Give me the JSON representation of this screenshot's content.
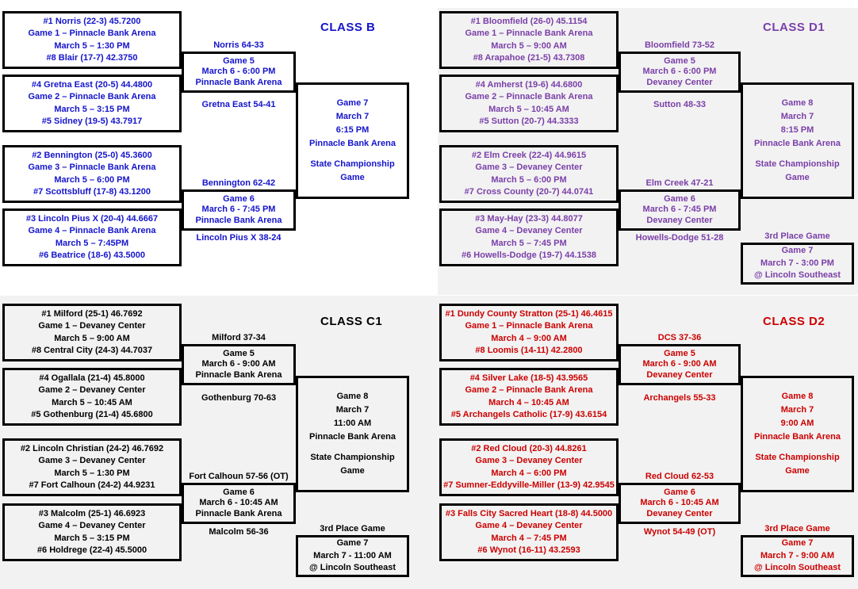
{
  "page": {
    "title": "Nebraska State Basketball Tournament Brackets",
    "colors": {
      "class_b": "#1414cc",
      "class_d1": "#7a3fa8",
      "class_c1": "#000000",
      "class_d2": "#cc0000",
      "bracket_line": "#000000",
      "panel_white": "#ffffff",
      "panel_gray": "#f2f2f2"
    }
  },
  "brackets": [
    {
      "id": "class-b",
      "title": "CLASS B",
      "color": "#1414cc",
      "background": "#ffffff",
      "quarterfinals": [
        {
          "id": "game-1",
          "lines": [
            "#1 Norris (22-3) 45.7200",
            "Game 1 – Pinnacle Bank Arena",
            "March 5 – 1:30 PM",
            "#8 Blair (17-7) 42.3750"
          ]
        },
        {
          "id": "game-2",
          "lines": [
            "#4 Gretna East (20-5) 44.4800",
            "Game 2 – Pinnacle Bank Arena",
            "March 5 – 3:15 PM",
            "#5 Sidney (19-5) 43.7917"
          ]
        },
        {
          "id": "game-3",
          "lines": [
            "#2 Bennington (25-0) 45.3600",
            "Game 3 – Pinnacle Bank Arena",
            "March 5 – 6:00 PM",
            "#7 Scottsbluff (17-8) 43.1200"
          ]
        },
        {
          "id": "game-4",
          "lines": [
            "#3 Lincoln Pius X (20-4) 44.6667",
            "Game 4 – Pinnacle Bank Arena",
            "March 5 – 7:45PM",
            "#6 Beatrice (18-6) 43.5000"
          ]
        }
      ],
      "winners": {
        "qf1": "Norris 64-33",
        "qf2": "Gretna East 54-41",
        "qf3": "Bennington 62-42",
        "qf4": "Lincoln Pius X 38-24"
      },
      "semifinals": [
        {
          "id": "game-5",
          "lines": [
            "Game 5",
            "March 6 - 6:00 PM",
            "Pinnacle Bank Arena"
          ]
        },
        {
          "id": "game-6",
          "lines": [
            "Game 6",
            "March 6 - 7:45 PM",
            "Pinnacle Bank Arena"
          ]
        }
      ],
      "final": {
        "id": "game-7",
        "lines": [
          "Game 7",
          "March 7",
          "6:15 PM",
          "Pinnacle Bank Arena"
        ],
        "subtitle": [
          "State Championship",
          "Game"
        ]
      },
      "third_place": null
    },
    {
      "id": "class-d1",
      "title": "CLASS D1",
      "color": "#7a3fa8",
      "background": "#f2f2f2",
      "quarterfinals": [
        {
          "id": "game-1",
          "lines": [
            "#1 Bloomfield (26-0) 45.1154",
            "Game 1 – Pinnacle Bank Arena",
            "March 5 – 9:00 AM",
            "#8 Arapahoe (21-5) 43.7308"
          ]
        },
        {
          "id": "game-2",
          "lines": [
            "#4 Amherst (19-6) 44.6800",
            "Game 2 – Pinnacle Bank Arena",
            "March 5 – 10:45 AM",
            "#5 Sutton (20-7) 44.3333"
          ]
        },
        {
          "id": "game-3",
          "lines": [
            "#2 Elm Creek (22-4) 44.9615",
            "Game 3 – Devaney Center",
            "March 5 – 6:00 PM",
            "#7 Cross County (20-7) 44.0741"
          ]
        },
        {
          "id": "game-4",
          "lines": [
            "#3 May-Hay (23-3) 44.8077",
            "Game 4 – Devaney Center",
            "March 5 – 7:45 PM",
            "#6 Howells-Dodge (19-7) 44.1538"
          ]
        }
      ],
      "winners": {
        "qf1": "Bloomfield 73-52",
        "qf2": "Sutton 48-33",
        "qf3": "Elm Creek 47-21",
        "qf4": "Howells-Dodge 51-28"
      },
      "semifinals": [
        {
          "id": "game-5",
          "lines": [
            "Game 5",
            "March 6 - 6:00 PM",
            "Devaney Center"
          ]
        },
        {
          "id": "game-6",
          "lines": [
            "Game 6",
            "March 6 - 7:45 PM",
            "Devaney Center"
          ]
        }
      ],
      "final": {
        "id": "game-8",
        "lines": [
          "Game 8",
          "March 7",
          "8:15 PM",
          "Pinnacle Bank Arena"
        ],
        "subtitle": [
          "State Championship",
          "Game"
        ]
      },
      "third_place": {
        "label": "3rd Place Game",
        "lines": [
          "Game 7",
          "March 7 - 3:00 PM",
          "@ Lincoln Southeast"
        ]
      }
    },
    {
      "id": "class-c1",
      "title": "CLASS C1",
      "color": "#000000",
      "background": "#f2f2f2",
      "quarterfinals": [
        {
          "id": "game-1",
          "lines": [
            "#1 Milford (25-1) 46.7692",
            "Game 1 – Devaney Center",
            "March 5 – 9:00 AM",
            "#8 Central City (24-3) 44.7037"
          ]
        },
        {
          "id": "game-2",
          "lines": [
            "#4 Ogallala (21-4) 45.8000",
            "Game 2 – Devaney Center",
            "March 5 – 10:45 AM",
            "#5 Gothenburg (21-4) 45.6800"
          ]
        },
        {
          "id": "game-3",
          "lines": [
            "#2 Lincoln Christian (24-2) 46.7692",
            "Game 3 – Devaney Center",
            "March 5 – 1:30 PM",
            "#7 Fort Calhoun (24-2) 44.9231"
          ]
        },
        {
          "id": "game-4",
          "lines": [
            "#3 Malcolm (25-1) 46.6923",
            "Game 4 – Devaney Center",
            "March 5 – 3:15 PM",
            "#6 Holdrege (22-4) 45.5000"
          ]
        }
      ],
      "winners": {
        "qf1": "Milford 37-34",
        "qf2": "Gothenburg 70-63",
        "qf3": "Fort Calhoun 57-56 (OT)",
        "qf4": "Malcolm 56-36"
      },
      "semifinals": [
        {
          "id": "game-5",
          "lines": [
            "Game 5",
            "March 6 - 9:00 AM",
            "Pinnacle Bank Arena"
          ]
        },
        {
          "id": "game-6",
          "lines": [
            "Game 6",
            "March 6 - 10:45 AM",
            "Pinnacle Bank Arena"
          ]
        }
      ],
      "final": {
        "id": "game-8",
        "lines": [
          "Game 8",
          "March 7",
          "11:00 AM",
          "Pinnacle Bank Arena"
        ],
        "subtitle": [
          "State Championship",
          "Game"
        ]
      },
      "third_place": {
        "label": "3rd Place Game",
        "lines": [
          "Game 7",
          "March 7 - 11:00 AM",
          "@ Lincoln Southeast"
        ]
      }
    },
    {
      "id": "class-d2",
      "title": "CLASS D2",
      "color": "#cc0000",
      "background": "#f2f2f2",
      "quarterfinals": [
        {
          "id": "game-1",
          "lines": [
            "#1 Dundy County Stratton (25-1) 46.4615",
            "Game 1 – Pinnacle Bank Arena",
            "March 4 – 9:00 AM",
            "#8 Loomis (14-11) 42.2800"
          ]
        },
        {
          "id": "game-2",
          "lines": [
            "#4 Silver Lake (18-5) 43.9565",
            "Game 2 – Pinnacle Bank Arena",
            "March 4 – 10:45 AM",
            "#5 Archangels Catholic (17-9) 43.6154"
          ]
        },
        {
          "id": "game-3",
          "lines": [
            "#2 Red Cloud (20-3) 44.8261",
            "Game 3 – Devaney Center",
            "March 4 – 6:00 PM",
            "#7 Sumner-Eddyville-Miller (13-9) 42.9545"
          ]
        },
        {
          "id": "game-4",
          "lines": [
            "#3 Falls City Sacred Heart (18-8) 44.5000",
            "Game 4 – Devaney Center",
            "March 4 – 7:45 PM",
            "#6 Wynot (16-11) 43.2593"
          ]
        }
      ],
      "winners": {
        "qf1": "DCS 37-36",
        "qf2": "Archangels 55-33",
        "qf3": "Red Cloud 62-53",
        "qf4": "Wynot 54-49 (OT)"
      },
      "semifinals": [
        {
          "id": "game-5",
          "lines": [
            "Game 5",
            "March 6 - 9:00 AM",
            "Devaney Center"
          ]
        },
        {
          "id": "game-6",
          "lines": [
            "Game 6",
            "March 6 - 10:45 AM",
            "Devaney Center"
          ]
        }
      ],
      "final": {
        "id": "game-8",
        "lines": [
          "Game 8",
          "March 7",
          "9:00 AM",
          "Pinnacle Bank Arena"
        ],
        "subtitle": [
          "State Championship",
          "Game"
        ]
      },
      "third_place": {
        "label": "3rd Place Game",
        "lines": [
          "Game 7",
          "March 7 - 9:00 AM",
          "@ Lincoln Southeast"
        ]
      }
    }
  ]
}
